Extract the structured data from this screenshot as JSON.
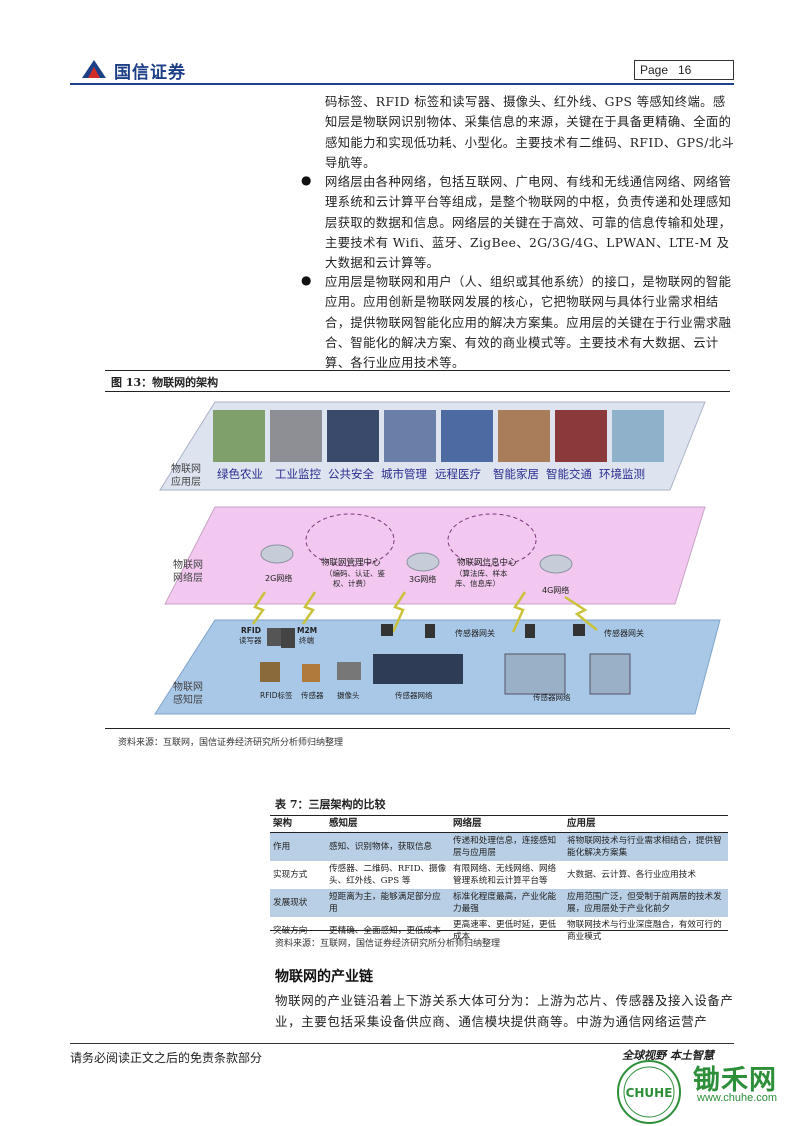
{
  "header": {
    "brand": "国信证券",
    "page_label": "Page",
    "page_number": "16"
  },
  "body": {
    "paragraph_top": "码标签、RFID 标签和读写器、摄像头、红外线、GPS 等感知终端。感知层是物联网识别物体、采集信息的来源，关键在于具备更精确、全面的感知能力和实现低功耗、小型化。主要技术有二维码、RFID、GPS/北斗导航等。",
    "bullet_network": "网络层由各种网络，包括互联网、广电网、有线和无线通信网络、网络管理系统和云计算平台等组成，是整个物联网的中枢，负责传递和处理感知层获取的数据和信息。网络层的关键在于高效、可靠的信息传输和处理，主要技术有 Wifi、蓝牙、ZigBee、2G/3G/4G、LPWAN、LTE-M 及大数据和云计算等。",
    "bullet_application": "应用层是物联网和用户（人、组织或其他系统）的接口，是物联网的智能应用。应用创新是物联网发展的核心，它把物联网与具体行业需求相结合，提供物联网智能化应用的解决方案集。应用层的关键在于行业需求融合、智能化的解决方案、有效的商业模式等。主要技术有大数据、云计算、各行业应用技术等。",
    "bullet_glyph": "●"
  },
  "figure": {
    "title": "图 13：物联网的架构",
    "source": "资料来源：互联网，国信证券经济研究所分析师归纳整理",
    "app_layer_label": [
      "物联网",
      "应用层"
    ],
    "app_items": [
      "绿色农业",
      "工业监控",
      "公共安全",
      "城市管理",
      "远程医疗",
      "智能家居",
      "智能交通",
      "环境监测"
    ],
    "net_layer_label": [
      "物联网",
      "网络层"
    ],
    "net_2g": "2G网络",
    "net_3g": "3G网络",
    "net_4g": "4G网络",
    "mgmt_center": [
      "物联网管理中心",
      "（编码、认证、鉴",
      "权、计费）"
    ],
    "info_center": [
      "物联网信息中心",
      "（算法库、样本",
      "库、信息库）"
    ],
    "sense_layer_label": [
      "物联网",
      "感知层"
    ],
    "rfid_reader": [
      "RFID",
      "读写器"
    ],
    "m2m": [
      "M2M",
      "终端"
    ],
    "sensor_gateway_1": "传感器网关",
    "sensor_gateway_2": "传感器网关",
    "rfid_tag": "RFID标签",
    "sensor": "传感器",
    "camera": "摄像头",
    "sensor_net_1": "传感器网络",
    "sensor_net_2": "传感器网络"
  },
  "table": {
    "title": "表 7：三层架构的比较",
    "headers": [
      "架构",
      "感知层",
      "网络层",
      "应用层"
    ],
    "rows": [
      [
        "作用",
        "感知、识别物体，获取信息",
        "传递和处理信息，连接感知层与应用层",
        "将物联网技术与行业需求相结合，提供智能化解决方案集"
      ],
      [
        "实现方式",
        "传感器、二维码、RFID、摄像头、红外线、GPS 等",
        "有限网络、无线网络、网络管理系统和云计算平台等",
        "大数据、云计算、各行业应用技术"
      ],
      [
        "发展现状",
        "短距离为主，能够满足部分应用",
        "标准化程度最高，产业化能力最强",
        "应用范围广泛，但受制于前两层的技术发展，应用层处于产业化前夕"
      ],
      [
        "突破方向",
        "更精确、全面感知，更低成本",
        "更高速率、更低时延，更低成本",
        "物联网技术与行业深度融合，有效可行的商业模式"
      ]
    ],
    "source": "资料来源：互联网，国信证券经济研究所分析师归纳整理"
  },
  "section": {
    "title": "物联网的产业链",
    "paragraph": "物联网的产业链沿着上下游关系大体可分为：上游为芯片、传感器及接入设备产业，主要包括采集设备供应商、通信模块提供商等。中游为通信网络运营产"
  },
  "footer": {
    "disclaimer": "请务必阅读正文之后的免责条款部分",
    "slogan": "全球视野  本土智慧"
  },
  "watermark": {
    "logo_text": "CHUHE",
    "cn": "锄禾网",
    "url": "www.chuhe.com"
  },
  "colors": {
    "brand_blue": "#1d3f87",
    "app_layer_fill": "#dde4f0",
    "net_layer_fill": "#f2c8f0",
    "sense_layer_fill": "#a9c8e8",
    "table_shade": "#b8cfe6",
    "watermark_green": "#2d8f3a"
  }
}
